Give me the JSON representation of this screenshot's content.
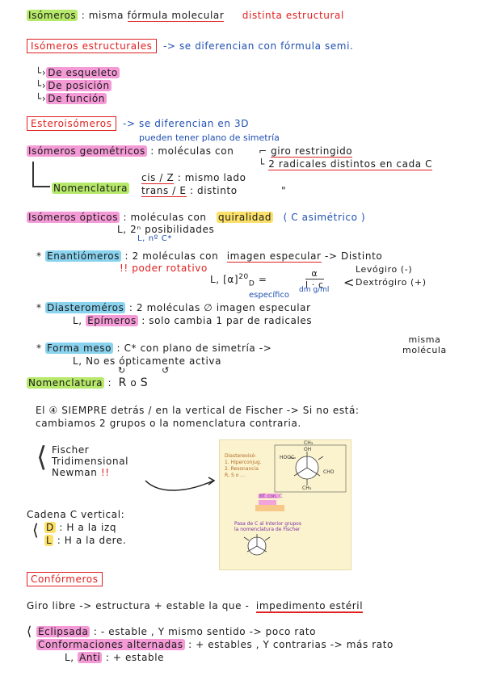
{
  "line1": {
    "term": "Isómeros",
    "def1": ": misma",
    "def2": "fórmula molecular",
    "def3": "distinta estructural"
  },
  "estructurales": {
    "title": "Isómeros estructurales",
    "desc": "-> se diferencian con fórmula semi.",
    "items": [
      "De esqueleto",
      "De posición",
      "De función"
    ]
  },
  "estereo": {
    "title": "Esteroisómeros",
    "desc": "-> se diferencian en 3D"
  },
  "geometricos": {
    "note": "pueden tener plano de simetría",
    "term": "Isómeros geométricos",
    "def": ": moléculas con",
    "b1": "giro restringido",
    "b2": "2 radicales distintos en cada C"
  },
  "nomenclatura1": {
    "term": "Nomenclatura",
    "cis": "cis / Z",
    "cis_def": ": mismo lado",
    "trans": "trans / E",
    "trans_def": ": distinto",
    "ditto": "\""
  },
  "opticos": {
    "term": "Isómeros ópticos",
    "def": ": moléculas con",
    "quir": "quiralidad",
    "paren": "( C asimétrico )",
    "sub1": "L, 2ⁿ posibilidades",
    "sub2": "L, nº C*"
  },
  "enantiomeros": {
    "star": "*",
    "term": "Enantiómeros",
    "def": ": 2 moléculas con",
    "img": "imagen especular",
    "arrow": "-> Distinto",
    "poder": "!! poder rotativo",
    "formula_lhs": "L, [α]",
    "formula_sup": "20",
    "formula_sub": "D",
    "formula_eq": "=",
    "formula_num": "α",
    "formula_den": "l · c",
    "especifico": "específico",
    "unit": "dm  g/ml",
    "levo": "Levógiro (-)",
    "dextro": "Dextrógiro (+)"
  },
  "diastereomeros": {
    "star": "*",
    "term": "Diasteroméros",
    "def": ": 2 moléculas ∅ imagen especular",
    "sub_l": "L,",
    "sub_term": "Epímeros",
    "sub_def": ": solo cambia 1 par de radicales"
  },
  "meso": {
    "star": "*",
    "term": "Forma meso",
    "def": ": C* con plano de simetría ->",
    "res1": "misma",
    "res2": "molécula",
    "sub": "L, No es ópticamente activa"
  },
  "nomenclatura2": {
    "term": "Nomenclatura",
    "def": ":",
    "r": "R",
    "o": "o",
    "s": "S"
  },
  "fischer": {
    "line1": "El ④ SIEMPRE detrás / en la vertical de Fischer -> Si no está:",
    "line2": "cambiamos 2 grupos o la nomenclatura contraria.",
    "siempre": "SIEMPRE"
  },
  "proyecciones": {
    "p1": "Fischer",
    "p2": "Tridimensional",
    "p3": "Newman",
    "bang": "!!"
  },
  "cadena": {
    "title": "Cadena C vertical:",
    "d": "D",
    "d_def": ": H a la izq",
    "l": "L",
    "l_def": ": H a la dere."
  },
  "figure": {
    "top_label": "CH₃",
    "oh": "OH",
    "hooc": "HOOC",
    "cho": "CHO",
    "ch3": "CH₃",
    "note1": "Diastereoisó-",
    "note2": "1. Hiperconjug.",
    "note3": "2. Resonancia",
    "note4": "R, S o …",
    "pink_note": "dif. con. C",
    "bottom_note1": "Pasa de C al Interior grupos",
    "bottom_note2": "la nomenclatura de Fischer"
  },
  "conformeros": {
    "title": "Confórmeros",
    "line": "Giro libre -> estructura + estable la que -",
    "impedimento": "impedimento estéril",
    "eclipsada": "Eclipsada",
    "ecl_def": ": - estable , Y mismo sentido -> poco rato",
    "alternadas": "Conformaciones alternadas",
    "alt_def": ": + estables , Y contrarias -> más rato",
    "anti_l": "L,",
    "anti": "Anti",
    "anti_def": ": + estable"
  }
}
